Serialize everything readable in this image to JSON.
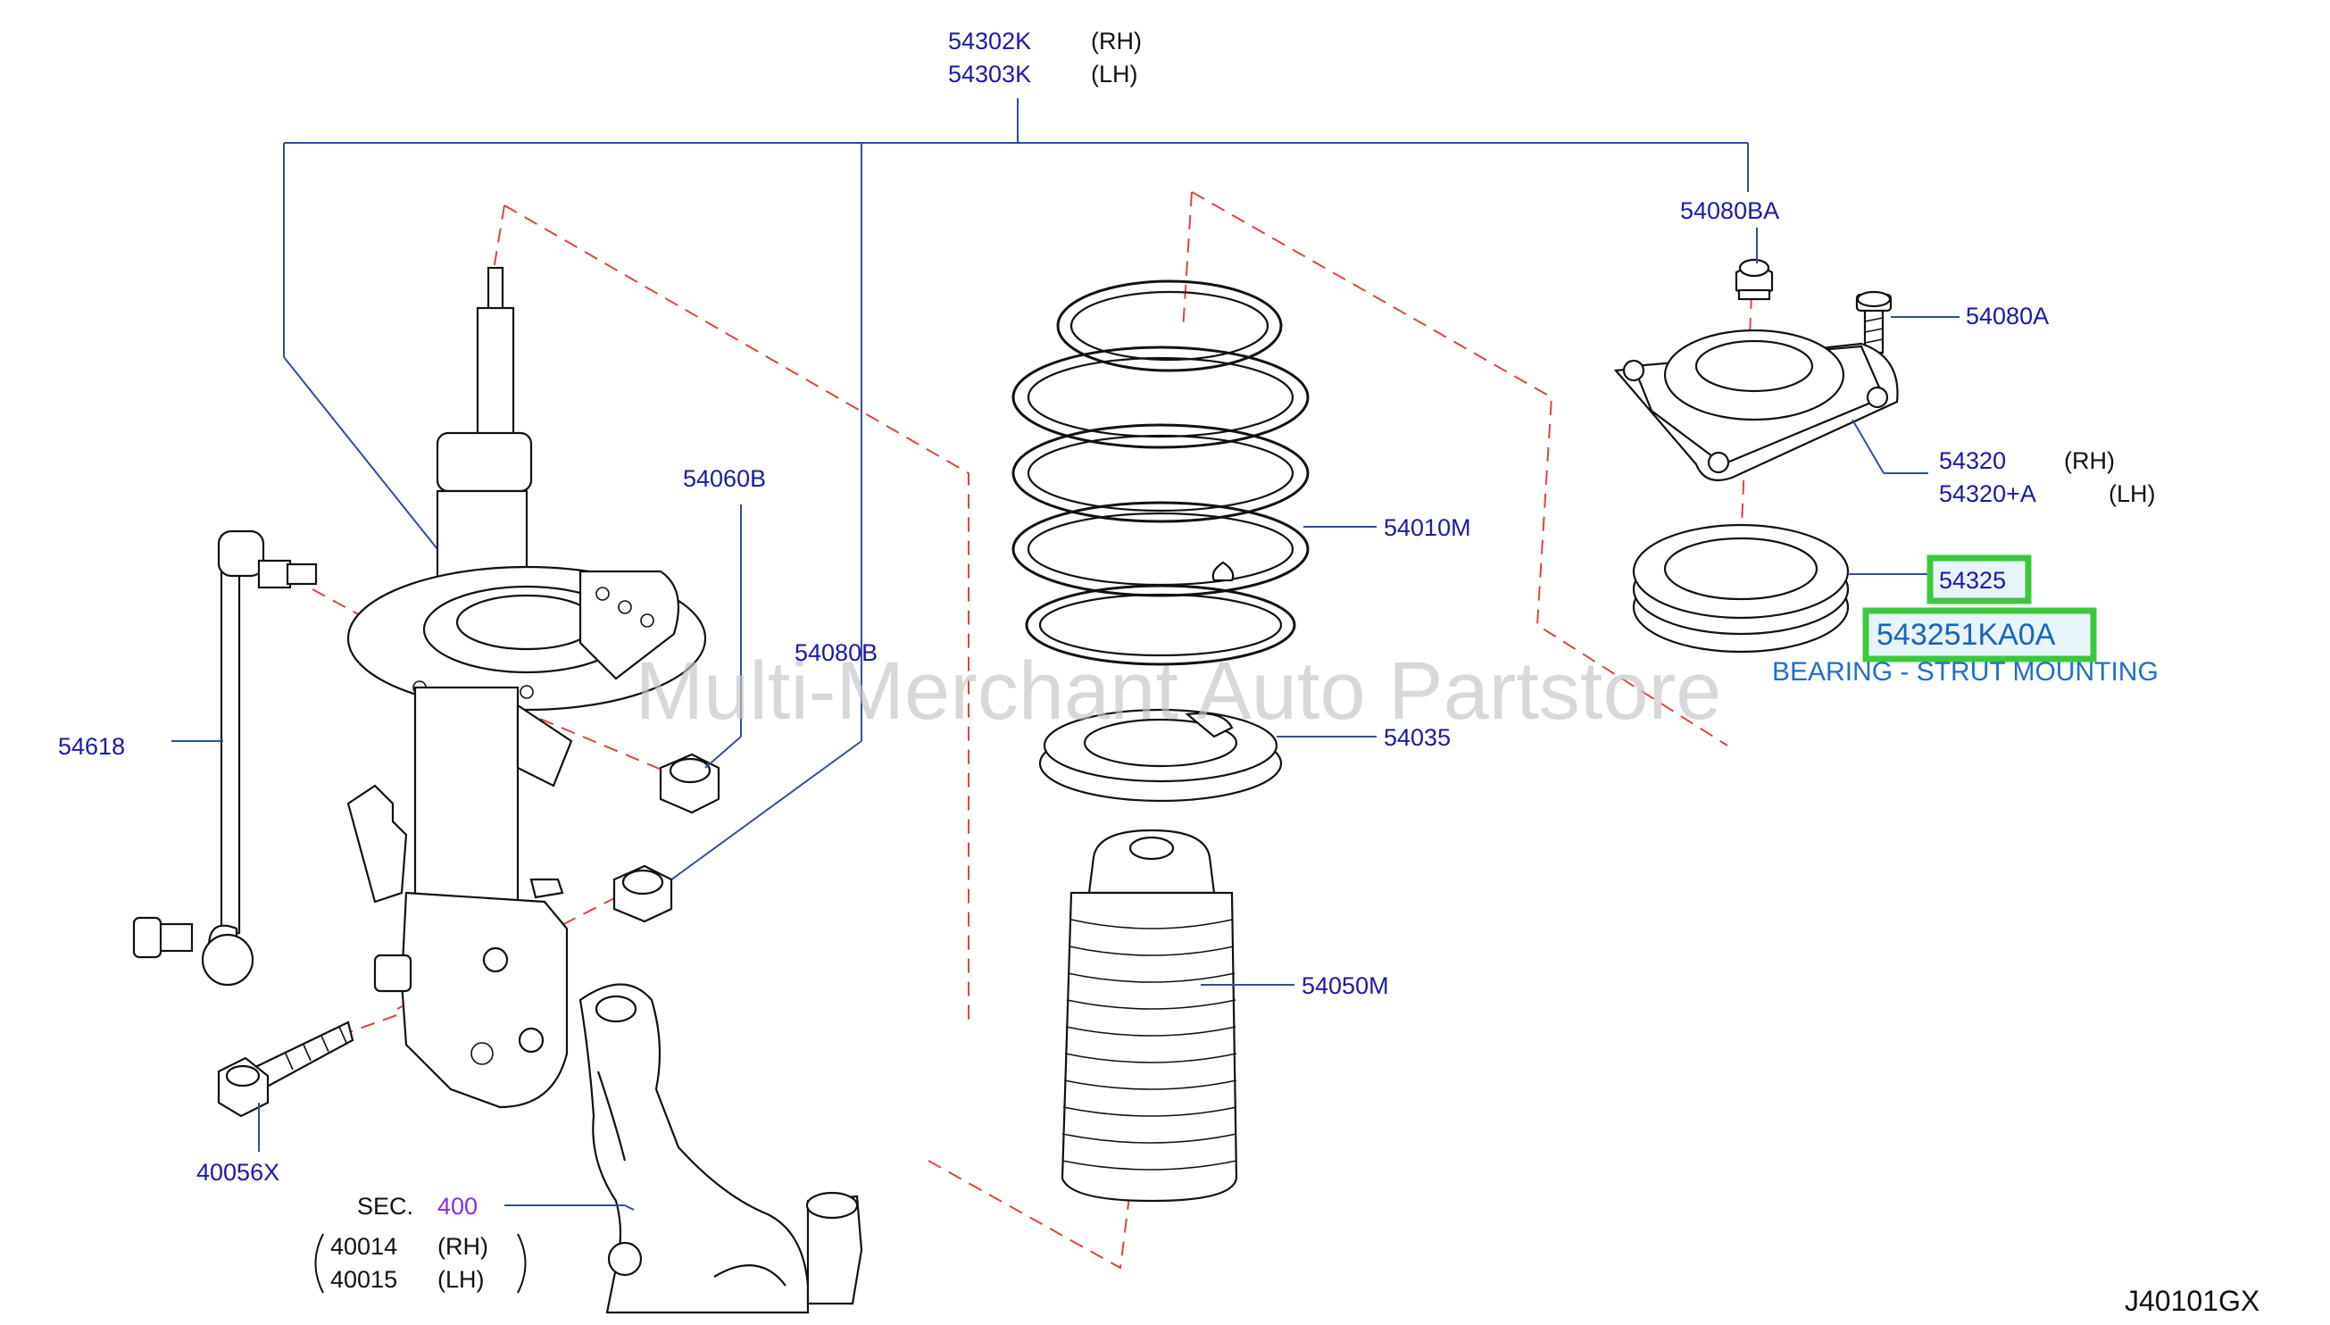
{
  "diagram": {
    "assembly": {
      "codes": [
        "54302K",
        "54303K"
      ],
      "sides": [
        "(RH)",
        "(LH)"
      ]
    },
    "callouts": {
      "p54080BA": "54080BA",
      "p54080A": "54080A",
      "p54320": "54320",
      "p54320_side": "(RH)",
      "p54320A": "54320+A",
      "p54320A_side": "(LH)",
      "p54325": "54325",
      "p543251KA0A": "543251KA0A",
      "p54325_desc": "BEARING - STRUT MOUNTING",
      "p54010M": "54010M",
      "p54035": "54035",
      "p54050M": "54050M",
      "p54060B": "54060B",
      "p54080B": "54080B",
      "p54618": "54618",
      "p40056X": "40056X",
      "sec_label": "SEC.",
      "sec_number": "400",
      "p40014": "40014",
      "p40014_side": "(RH)",
      "p40015": "40015",
      "p40015_side": "(LH)"
    },
    "watermark": "Multi-Merchant Auto Partstore",
    "figure_id": "J40101GX"
  },
  "colors": {
    "label_blue": "#1a1aa8",
    "highlight_green": "#3cc83c",
    "dash_red": "#e0433c",
    "leader_blue": "#2f4f9a"
  }
}
